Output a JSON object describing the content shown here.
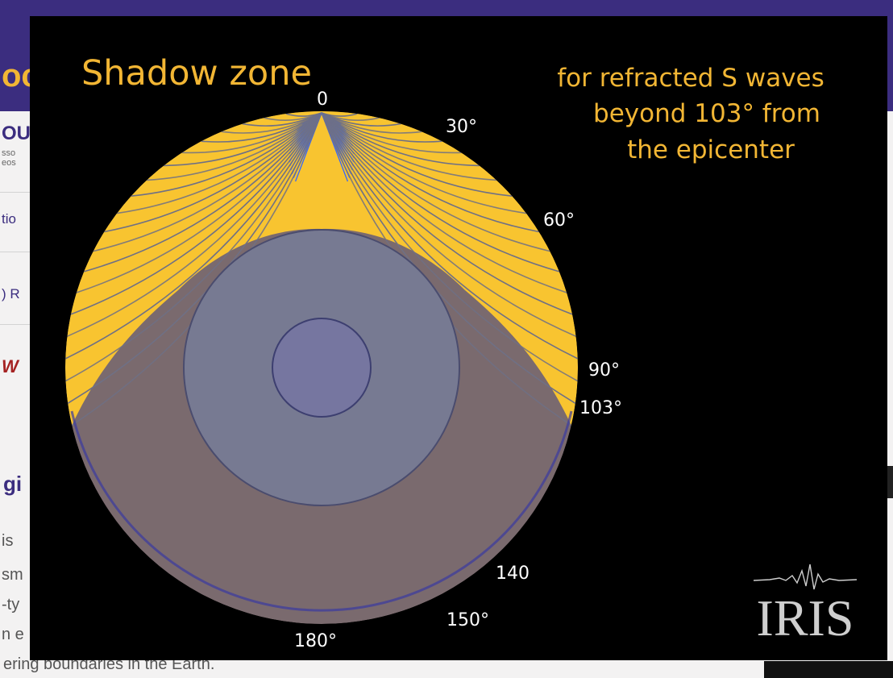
{
  "background_page": {
    "logo_fragment": "oc",
    "subtitle_fragment": "OU",
    "small_line_1": "sso",
    "small_line_2": "eos",
    "nav_1": "tio",
    "nav_2": ") R",
    "heading_w": "W",
    "heading_gi": "gi",
    "para_1": "is",
    "para_2": "sm",
    "para_3": "-ty",
    "para_4": "n e",
    "para_5": "ering boundaries in the Earth."
  },
  "figure": {
    "title": "Shadow zone",
    "caption_lines": [
      "for refracted S waves",
      "beyond 103° from",
      "the epicenter"
    ],
    "angle_labels": {
      "zero": "0",
      "deg30": "30°",
      "deg60": "60°",
      "deg90": "90°",
      "deg103": "103°",
      "deg140": "140",
      "deg150": "150°",
      "deg180": "180°"
    },
    "logo_text": "IRIS",
    "shadow_zone_start_deg": 103
  },
  "colors": {
    "mantle_yellow": "#f8c430",
    "shadow_zone": "#7a6a6e",
    "outer_core": "#777a92",
    "inner_core": "#7676a0",
    "ray_blue": "#3366ff",
    "title_gold": "#f2b634"
  }
}
